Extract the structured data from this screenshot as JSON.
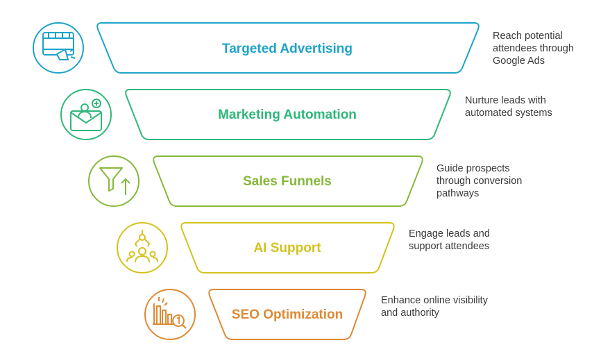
{
  "funnel": {
    "layers": [
      {
        "title": "Targeted Advertising",
        "description_lines": [
          "Reach potential",
          "attendees through",
          "Google Ads"
        ],
        "color": "#1fa3c9",
        "icon": "video-megaphone-icon"
      },
      {
        "title": "Marketing Automation",
        "description_lines": [
          "Nurture leads with",
          "automated systems"
        ],
        "color": "#2fb77a",
        "icon": "envelope-user-add-icon"
      },
      {
        "title": "Sales Funnels",
        "description_lines": [
          "Guide prospects",
          "through conversion",
          "pathways"
        ],
        "color": "#86b83a",
        "icon": "filter-arrow-up-icon"
      },
      {
        "title": "AI Support",
        "description_lines": [
          "Engage leads and",
          "support attendees"
        ],
        "color": "#d4c21e",
        "icon": "robot-arm-person-icon"
      },
      {
        "title": "SEO Optimization",
        "description_lines": [
          "Enhance online visibility",
          "and authority"
        ],
        "color": "#de8a34",
        "icon": "bar-chart-rank-icon"
      }
    ]
  }
}
